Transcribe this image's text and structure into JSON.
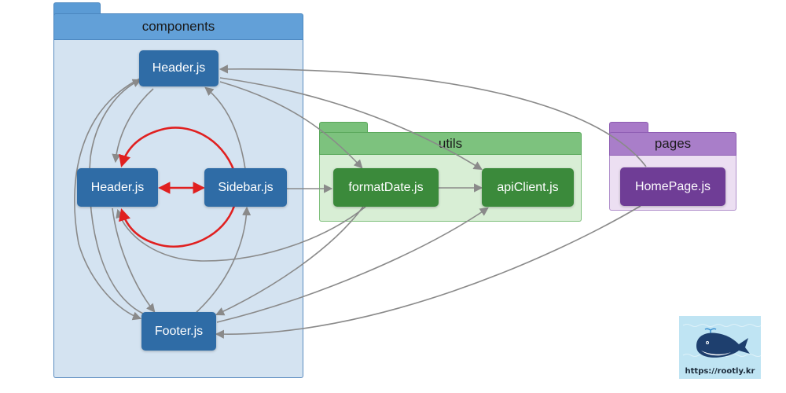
{
  "folders": {
    "components": {
      "title": "components"
    },
    "utils": {
      "title": "utils"
    },
    "pages": {
      "title": "pages"
    }
  },
  "nodes": {
    "header_top": "Header.js",
    "header_mid": "Header.js",
    "sidebar": "Sidebar.js",
    "footer": "Footer.js",
    "formatdate": "formatDate.js",
    "apiclient": "apiClient.js",
    "homepage": "HomePage.js"
  },
  "logo": {
    "caption": "https://rootly.kr",
    "icon": "whale-icon"
  },
  "colors": {
    "components_accent": "#2f6ca6",
    "utils_accent": "#3b8a3b",
    "pages_accent": "#6f3d96",
    "edge": "#8a8a8a",
    "circular_edge": "#e02020"
  }
}
